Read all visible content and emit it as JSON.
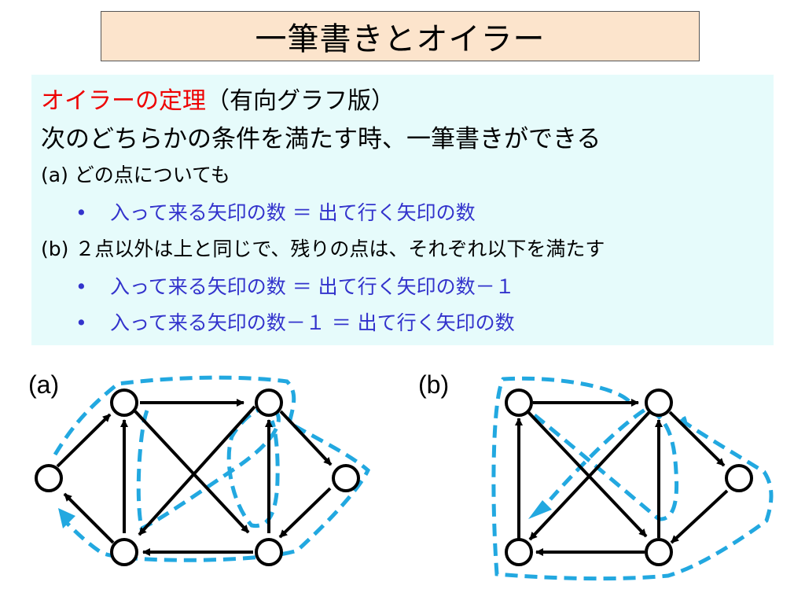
{
  "title": "一筆書きとオイラー",
  "theorem": {
    "name": "オイラーの定理",
    "qualifier": "（有向グラフ版）",
    "statement": "次のどちらかの条件を満たす時、一筆書きができる",
    "case_a": {
      "label": "(a)",
      "text": "どの点についても",
      "bullets": [
        "入って来る矢印の数 ＝ 出て行く矢印の数"
      ]
    },
    "case_b": {
      "label": "(b)",
      "text": "２点以外は上と同じで、残りの点は、それぞれ以下を満たす",
      "bullets": [
        "入って来る矢印の数 ＝ 出て行く矢印の数－１",
        "入って来る矢印の数－１ ＝ 出て行く矢印の数"
      ]
    },
    "bullet_symbol": "•"
  },
  "figures": {
    "a_label": "(a)",
    "b_label": "(b)"
  },
  "colors": {
    "title_bg": "#fce4cc",
    "panel_bg": "#e6fbfb",
    "theorem_name": "#ee0000",
    "bullet_text": "#3333cc",
    "path": "#22a8e0"
  }
}
